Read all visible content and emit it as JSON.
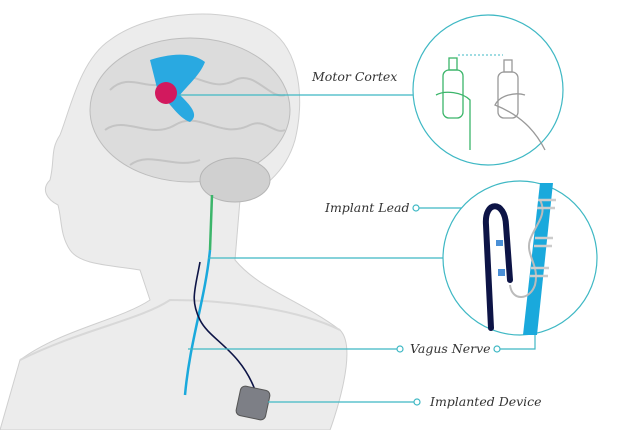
{
  "labels": {
    "motor_cortex": "Motor Cortex",
    "implant_lead": "Implant Lead",
    "vagus_nerve": "Vagus Nerve",
    "implanted_device": "Implanted Device"
  },
  "colors": {
    "callout_line": "#3fb8c4",
    "nerve": "#1aa9dc",
    "lead": "#0d1446",
    "cortex_highlight": "#d2195e",
    "cortex_area": "#29a9e1",
    "spinal": "#3bb56a"
  }
}
